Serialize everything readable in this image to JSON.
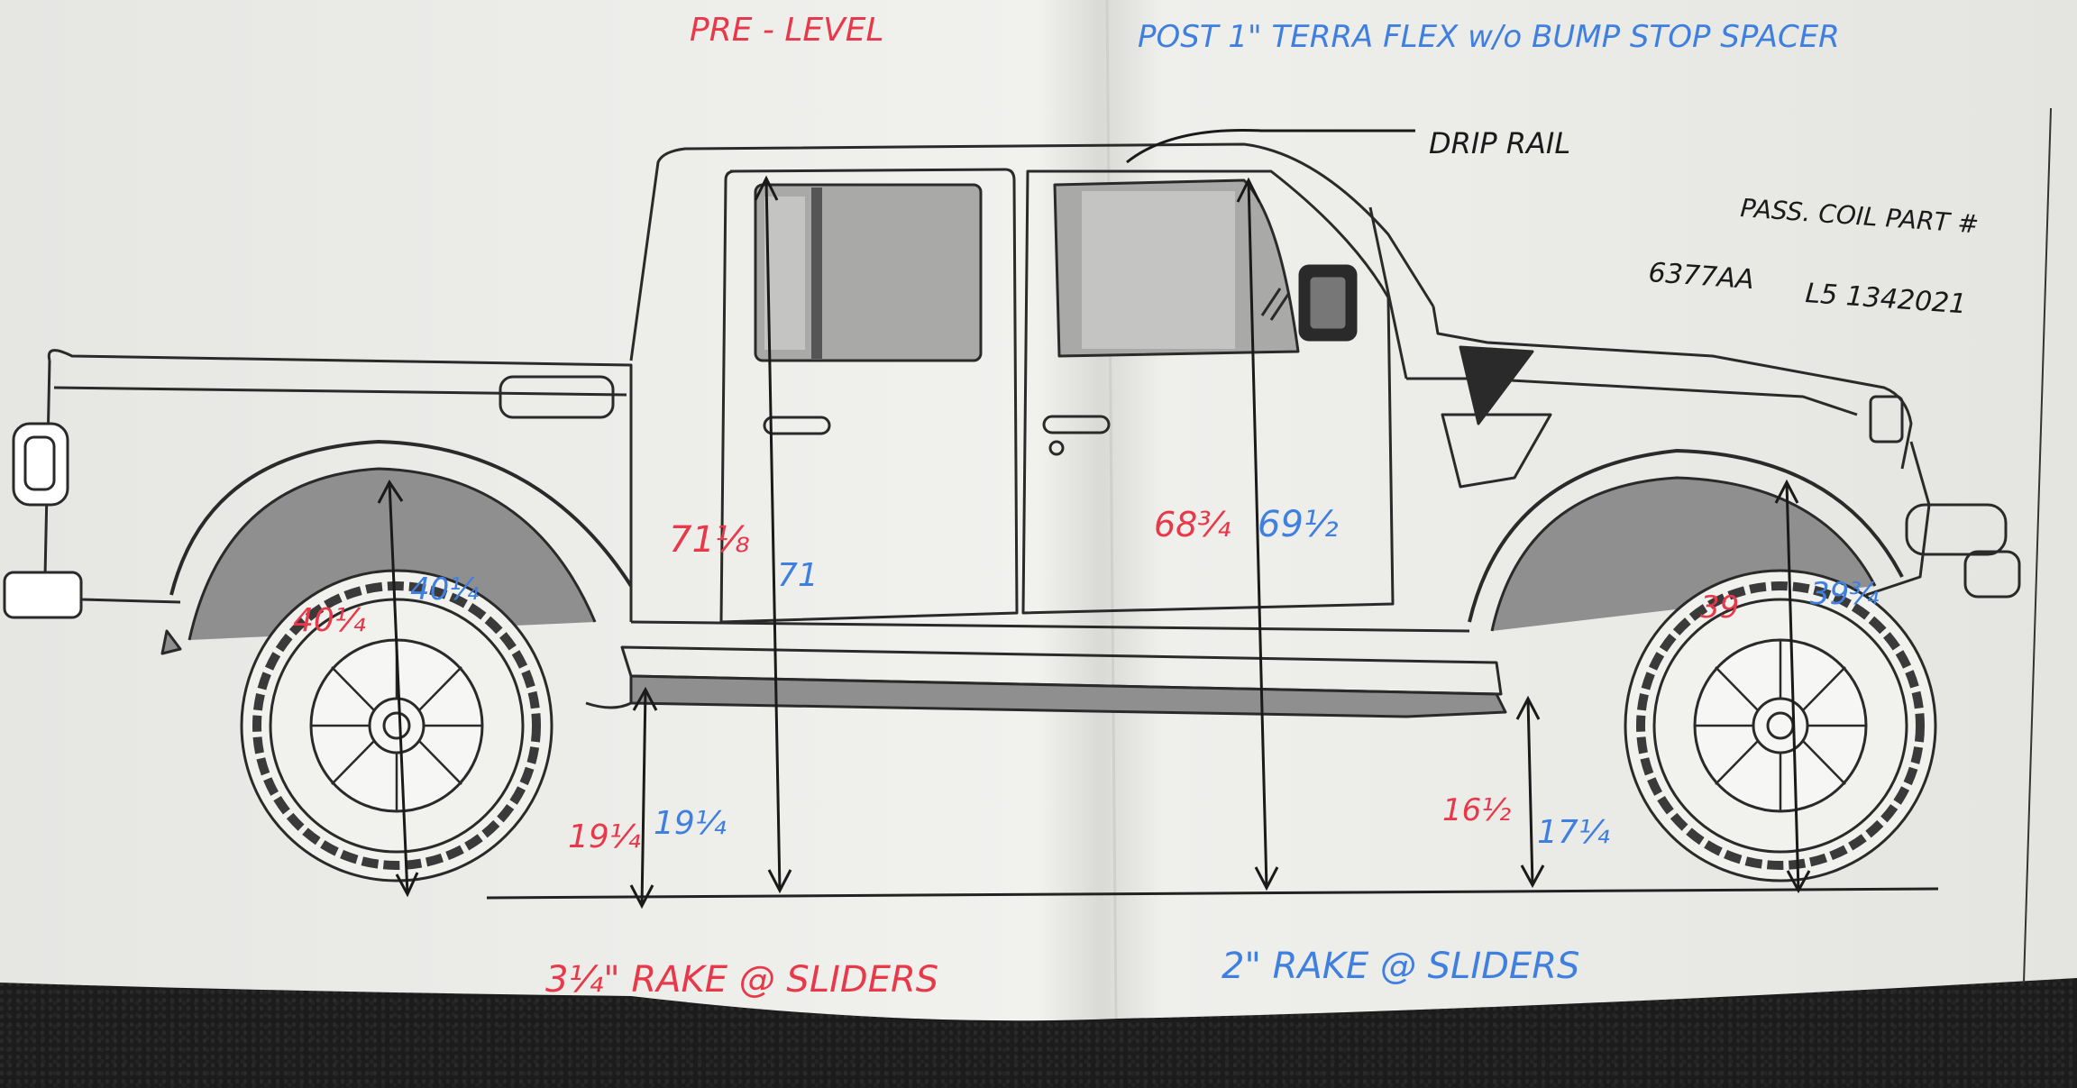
{
  "headings": {
    "pre_level": "PRE - LEVEL",
    "post_level": "POST 1\" TERRA FLEX  w/o BUMP STOP SPACER"
  },
  "annotations": {
    "drip_rail": "DRIP RAIL",
    "coil_label": "PASS. COIL PART #",
    "coil_part_a": "6377AA",
    "coil_part_b": "L5 1342021"
  },
  "measurements": {
    "rear_wheel_pre": "40¼",
    "rear_wheel_post": "40¼",
    "rear_door_pre": "71⅛",
    "rear_door_post": "71",
    "front_door_pre": "68¾",
    "front_door_post": "69½",
    "front_wheel_pre": "39",
    "front_wheel_post": "39¾",
    "rear_slider_pre": "19¼",
    "rear_slider_post": "19¼",
    "front_slider_pre": "16½",
    "front_slider_post": "17¼"
  },
  "rake": {
    "pre": "3¼\" RAKE @ SLIDERS",
    "post": "2\" RAKE @ SLIDERS"
  },
  "colors": {
    "pre_ink": "#e8394a",
    "post_ink": "#3f7fe0",
    "black_ink": "#1a1a1a",
    "paper": "#ececea"
  }
}
